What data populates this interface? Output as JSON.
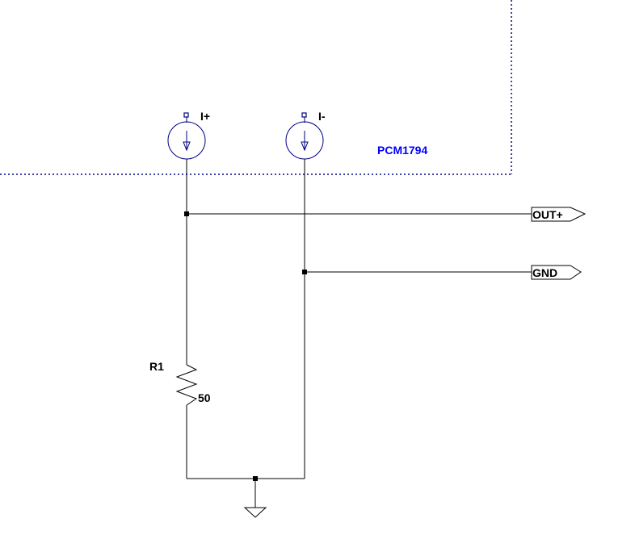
{
  "colors": {
    "wire": "#000000",
    "symbol": "#000080",
    "label_blue": "#0000ff",
    "background": "#ffffff"
  },
  "schematic": {
    "block_label": "PCM1794",
    "sources": [
      {
        "pin_label": "I+"
      },
      {
        "pin_label": "I-"
      }
    ],
    "resistor": {
      "ref": "R1",
      "value": "50"
    },
    "net_labels": [
      "OUT+",
      "GND"
    ],
    "ground_symbol": "ground-icon"
  }
}
